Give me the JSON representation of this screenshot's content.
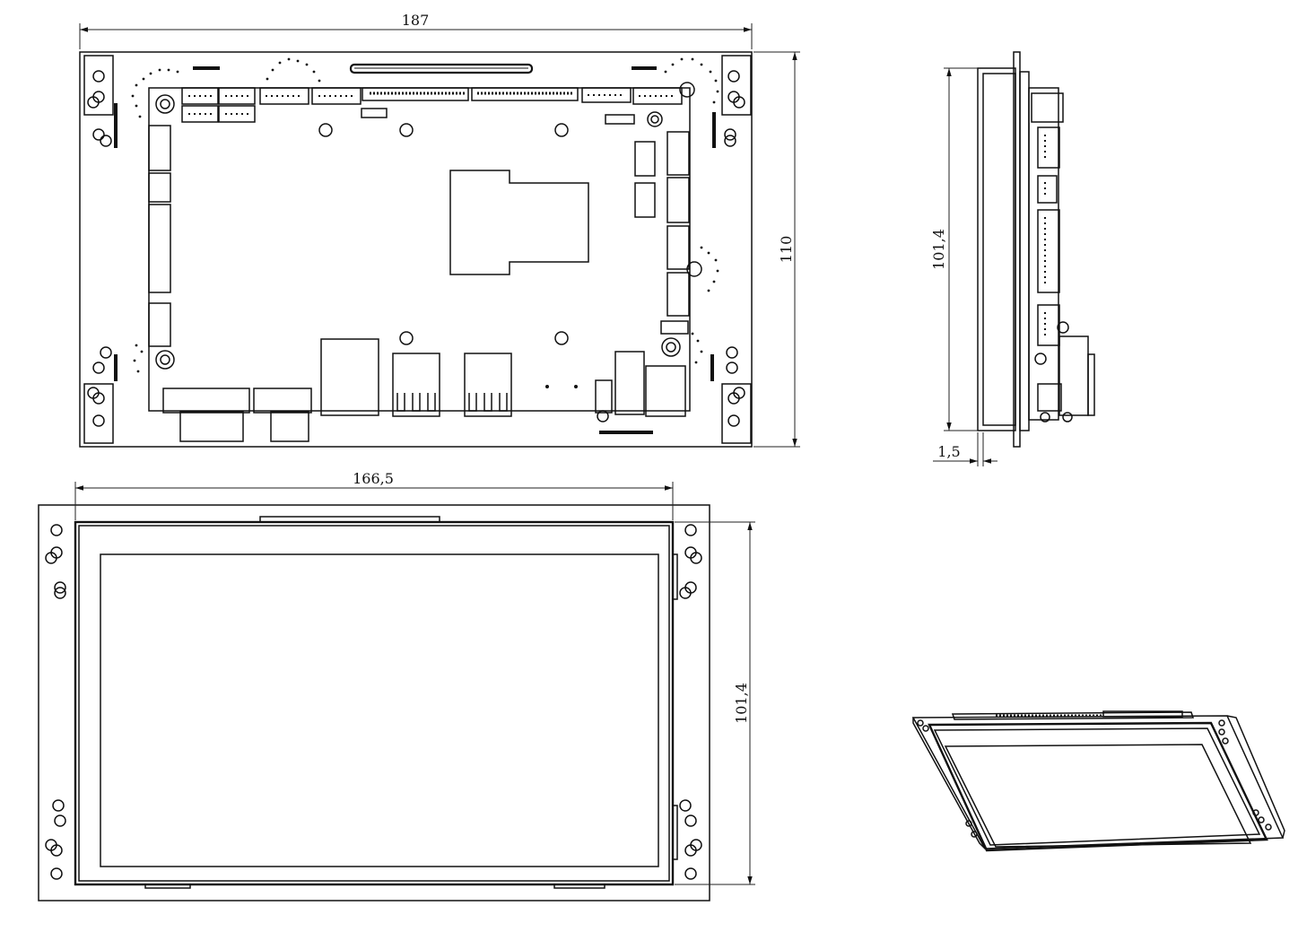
{
  "dimensions": {
    "top_width": "187",
    "top_height": "110",
    "side_height": "101,4",
    "side_thickness": "1,5",
    "front_width": "166,5",
    "front_height": "101,4"
  }
}
